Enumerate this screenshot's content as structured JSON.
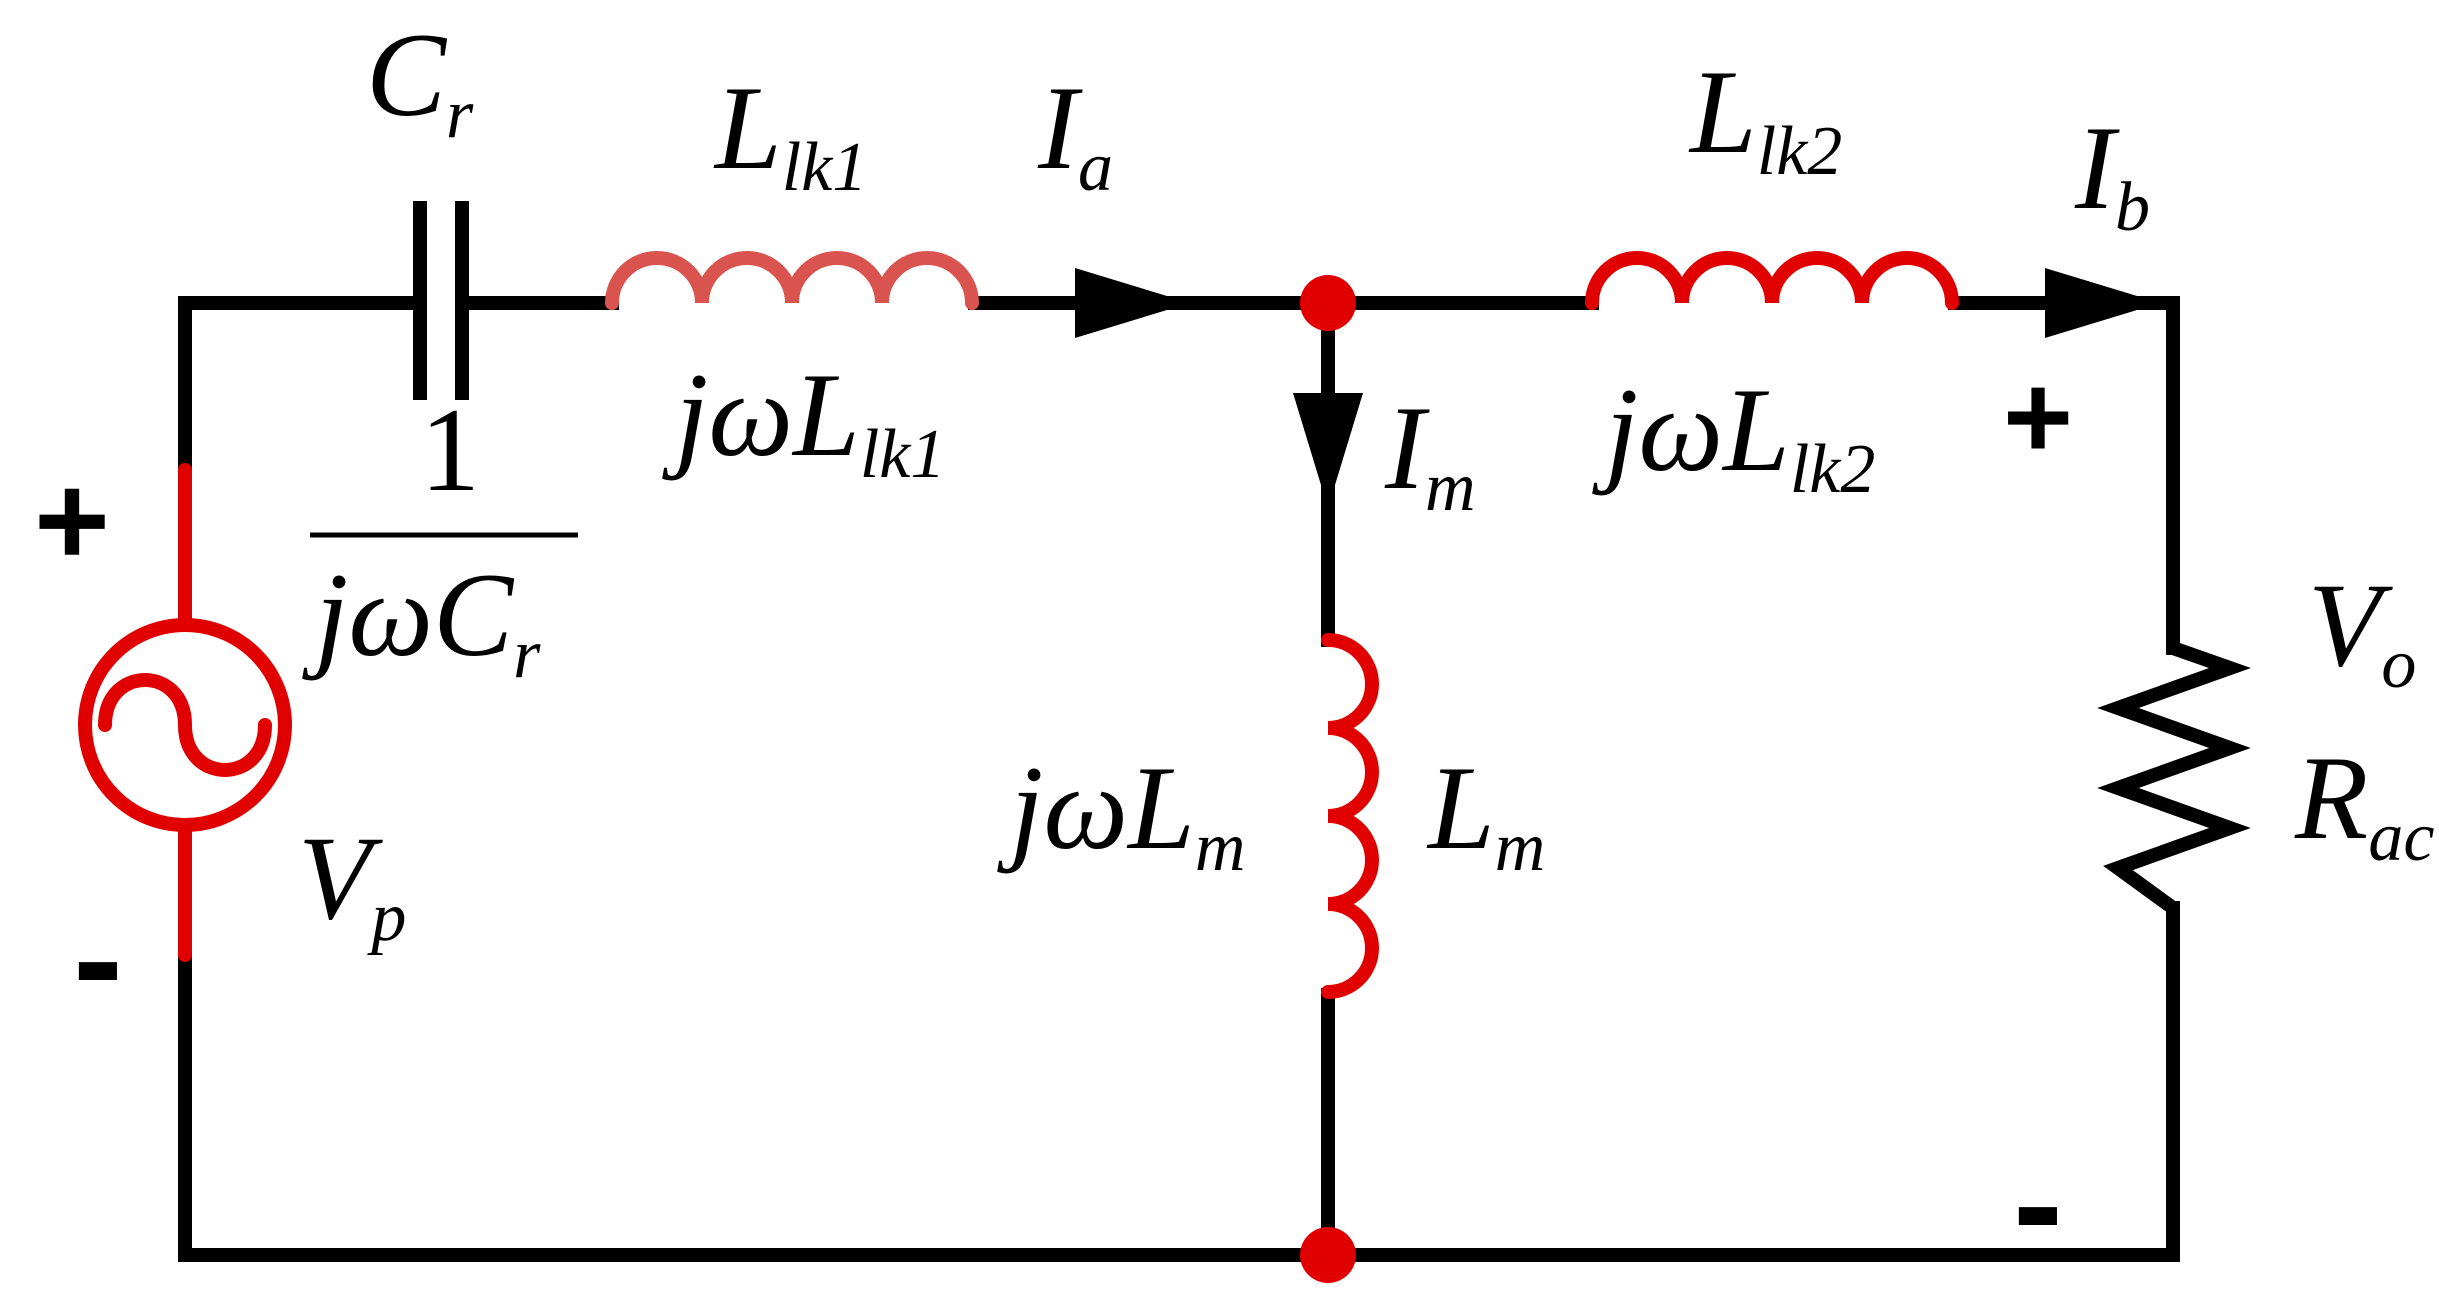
{
  "colors": {
    "wire": "#000000",
    "component": "#e00000",
    "inductor_lk1": "#d9534f"
  },
  "labels": {
    "cr": {
      "main": "C",
      "sub": "r"
    },
    "cr_impedance": {
      "numerator": "1",
      "denominator_main": "jωC",
      "denominator_sub": "r"
    },
    "llk1": {
      "main": "L",
      "sub": "lk1"
    },
    "llk1_impedance": {
      "main": "jωL",
      "sub": "lk1"
    },
    "ia": {
      "main": "I",
      "sub": "a"
    },
    "llk2": {
      "main": "L",
      "sub": "lk2"
    },
    "llk2_impedance": {
      "main": "jωL",
      "sub": "lk2"
    },
    "ib": {
      "main": "I",
      "sub": "b"
    },
    "im": {
      "main": "I",
      "sub": "m"
    },
    "lm_impedance": {
      "main": "jωL",
      "sub": "m"
    },
    "lm": {
      "main": "L",
      "sub": "m"
    },
    "vp": {
      "main": "V",
      "sub": "p"
    },
    "vo": {
      "main": "V",
      "sub": "o"
    },
    "rac": {
      "main": "R",
      "sub": "ac"
    }
  },
  "signs": {
    "source_plus": "+",
    "source_minus": "-",
    "output_plus": "+",
    "output_minus": "-"
  }
}
